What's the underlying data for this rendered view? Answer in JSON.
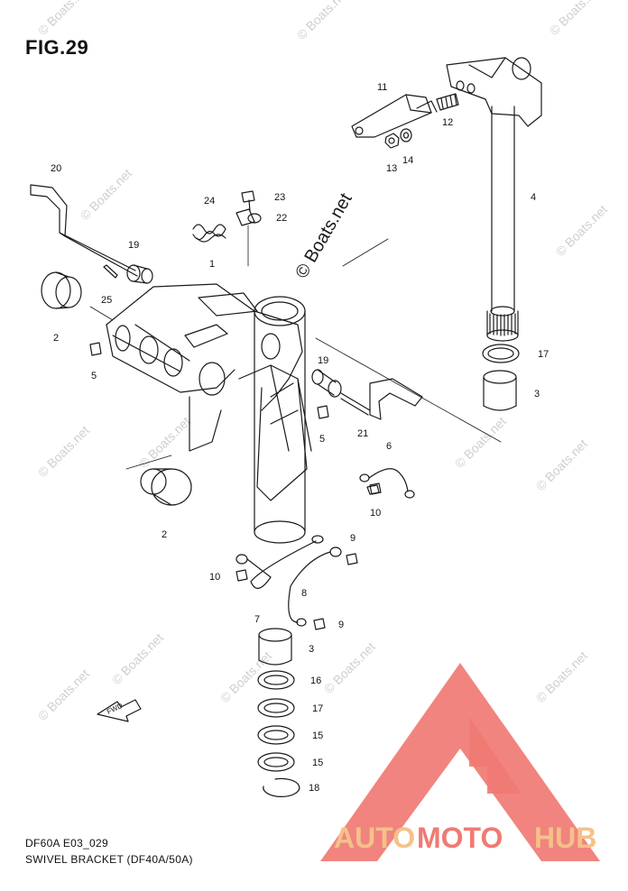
{
  "figure": {
    "title": "FIG.29",
    "code": "DF60A E03_029",
    "caption": "SWIVEL BRACKET (DF40A/50A)"
  },
  "watermark": {
    "text": "© Boats.net",
    "large_text": "© Boats.net"
  },
  "brand": {
    "part1": "AUTO",
    "part2": "MOTO",
    "part3": "HUB",
    "color_main": "#f07a73",
    "color_accent": "#f5c18a"
  },
  "callouts": [
    "1",
    "2",
    "2",
    "3",
    "3",
    "4",
    "5",
    "5",
    "6",
    "7",
    "8",
    "9",
    "9",
    "10",
    "10",
    "11",
    "12",
    "13",
    "14",
    "15",
    "15",
    "16",
    "17",
    "17",
    "18",
    "19",
    "19",
    "20",
    "21",
    "22",
    "23",
    "24",
    "25"
  ],
  "fwd_label": "FWD",
  "colors": {
    "line": "#1a1a1a",
    "watermark": "#cfcfcf"
  }
}
